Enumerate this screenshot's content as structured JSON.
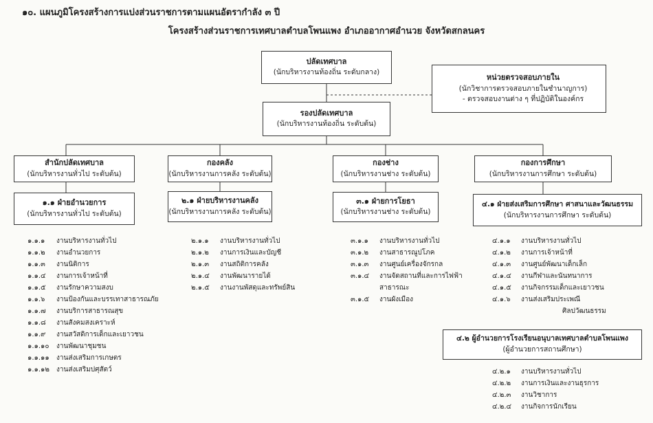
{
  "title_line1": "๑๐. แผนภูมิโครงสร้างการแบ่งส่วนราชการตามแผนอัตรากำลัง ๓ ปี",
  "title_line2": "โครงสร้างส่วนราชการเทศบาลตำบลโพนแพง อำเภออากาศอำนวย จังหวัดสกลนคร",
  "top": {
    "title": "ปลัดเทศบาล",
    "subtitle": "(นักบริหารงานท้องถิ่น ระดับกลาง)"
  },
  "deputy": {
    "title": "รองปลัดเทศบาล",
    "subtitle": "(นักบริหารงานท้องถิ่น ระดับต้น)"
  },
  "audit": {
    "title": "หน่วยตรวจสอบภายใน",
    "subtitle": "(นักวิชาการตรวจสอบภายในชำนาญการ)",
    "task": "- ตรวจสอบงานต่าง ๆ ที่ปฏิบัติในองค์กร"
  },
  "divisions": [
    {
      "title": "สำนักปลัดเทศบาล",
      "subtitle": "(นักบริหารงานทั่วไป ระดับต้น)",
      "section": {
        "title": "๑.๑ ฝ่ายอำนวยการ",
        "subtitle": "(นักบริหารงานทั่วไป ระดับต้น)"
      },
      "items": [
        {
          "num": "๑.๑.๑",
          "label": "งานบริหารงานทั่วไป"
        },
        {
          "num": "๑.๑.๒",
          "label": "งานอำนวยการ"
        },
        {
          "num": "๑.๑.๓",
          "label": "งานนิติการ"
        },
        {
          "num": "๑.๑.๔",
          "label": "งานการเจ้าหน้าที่"
        },
        {
          "num": "๑.๑.๕",
          "label": "งานรักษาความสงบ"
        },
        {
          "num": "๑.๑.๖",
          "label": "งานป้องกันและบรรเทาสาธารณภัย"
        },
        {
          "num": "๑.๑.๗",
          "label": "งานบริการสาธารณสุข"
        },
        {
          "num": "๑.๑.๘",
          "label": "งานสังคมสงเคราะห์"
        },
        {
          "num": "๑.๑.๙",
          "label": "งานสวัสดิการเด็กและเยาวชน"
        },
        {
          "num": "๑.๑.๑๐",
          "label": "งานพัฒนาชุมชน"
        },
        {
          "num": "๑.๑.๑๑",
          "label": "งานส่งเสริมการเกษตร"
        },
        {
          "num": "๑.๑.๑๒",
          "label": "งานส่งเสริมปศุสัตว์"
        }
      ]
    },
    {
      "title": "กองคลัง",
      "subtitle": "(นักบริหารงานการคลัง ระดับต้น)",
      "section": {
        "title": "๒.๑ ฝ่ายบริหารงานคลัง",
        "subtitle": "(นักบริหารงานการคลัง ระดับต้น)"
      },
      "items": [
        {
          "num": "๒.๑.๑",
          "label": "งานบริหารงานทั่วไป"
        },
        {
          "num": "๒.๑.๒",
          "label": "งานการเงินและบัญชี"
        },
        {
          "num": "๒.๑.๓",
          "label": "งานสถิติการคลัง"
        },
        {
          "num": "๒.๑.๔",
          "label": "งานพัฒนารายได้"
        },
        {
          "num": "๒.๑.๕",
          "label": "งานงานพัสดุและทรัพย์สิน"
        }
      ]
    },
    {
      "title": "กองช่าง",
      "subtitle": "(นักบริหารงานช่าง ระดับต้น)",
      "section": {
        "title": "๓.๑ ฝ่ายการโยธา",
        "subtitle": "(นักบริหารงานช่าง ระดับต้น)"
      },
      "items": [
        {
          "num": "๓.๑.๑",
          "label": "งานบริหารงานทั่วไป"
        },
        {
          "num": "๓.๑.๒",
          "label": "งานสาธารณูปโภค"
        },
        {
          "num": "๓.๑.๓",
          "label": "งานศูนย์เครื่องจักรกล"
        },
        {
          "num": "๓.๑.๔",
          "label": "งานจัดสถานที่และการไฟฟ้า"
        },
        {
          "num": "",
          "label": "สาธารณะ"
        },
        {
          "num": "๓.๑.๕",
          "label": "งานผังเมือง"
        }
      ]
    },
    {
      "title": "กองการศึกษา",
      "subtitle": "(นักบริหารงานการศึกษา ระดับต้น)",
      "section": {
        "title": "๔.๑ ฝ่ายส่งเสริมการศึกษา ศาสนาและวัฒนธรรม",
        "subtitle": "(นักบริหารงานการศึกษา ระดับต้น)"
      },
      "items": [
        {
          "num": "๔.๑.๑",
          "label": "งานบริหารงานทั่วไป"
        },
        {
          "num": "๔.๑.๒",
          "label": "งานการเจ้าหน้าที่"
        },
        {
          "num": "๔.๑.๓",
          "label": "งานศูนย์พัฒนาเด็กเล็ก"
        },
        {
          "num": "๔.๑.๔",
          "label": "งานกีฬาและนันทนาการ"
        },
        {
          "num": "๔.๑.๕",
          "label": "งานกิจกรรมเด็กและเยาวชน"
        },
        {
          "num": "๔.๑.๖",
          "label": "งานส่งเสริมประเพณี"
        },
        {
          "num": "",
          "label": "ศิลปวัฒนธรรม"
        }
      ],
      "section2": {
        "title": "๔.๒ ผู้อำนวยการโรงเรียนอนุบาลเทศบาลตำบลโพนแพง",
        "subtitle": "(ผู้อำนวยการสถานศึกษา)"
      },
      "items2": [
        {
          "num": "๔.๒.๑",
          "label": "งานบริหารงานทั่วไป"
        },
        {
          "num": "๔.๒.๒",
          "label": "งานการเงินและงานธุรการ"
        },
        {
          "num": "๔.๒.๓",
          "label": "งานวิชาการ"
        },
        {
          "num": "๔.๒.๔",
          "label": "งานกิจการนักเรียน"
        }
      ]
    }
  ]
}
